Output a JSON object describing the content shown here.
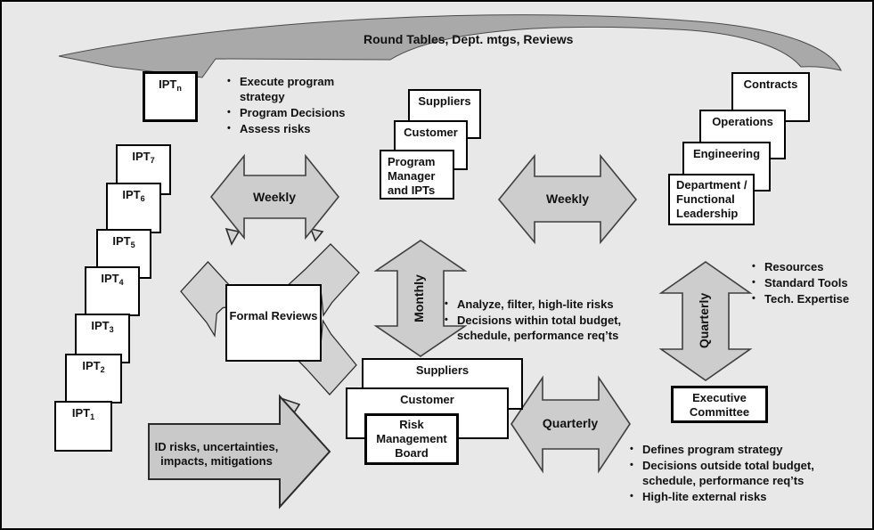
{
  "banner": {
    "label": "Round Tables, Dept. mtgs, Reviews"
  },
  "ipt_n": {
    "base": "IPT",
    "sub": "n",
    "bullets": [
      "Execute program strategy",
      "Program Decisions",
      "Assess risks"
    ]
  },
  "ipt_stack": {
    "base": "IPT",
    "subs": [
      "7",
      "6",
      "5",
      "4",
      "3",
      "2",
      "1"
    ]
  },
  "center_stack": {
    "boxes": [
      "Suppliers",
      "Customer",
      "Program Manager and IPTs"
    ]
  },
  "right_stack": {
    "boxes": [
      "Contracts",
      "Operations",
      "Engineering",
      "Department / Functional Leadership"
    ]
  },
  "formal_reviews": {
    "label": "Formal Reviews"
  },
  "arrows": {
    "weekly_left": "Weekly",
    "weekly_right": "Weekly",
    "monthly": "Monthly",
    "quarterly_vertical": "Quarterly",
    "quarterly_horizontal": "Quarterly",
    "id_line1": "ID risks, uncertainties,",
    "id_line2": "impacts, mitigations"
  },
  "monthly_notes": {
    "bullets": [
      "Analyze, filter, high-lite risks",
      "Decisions within total budget, schedule, performance req’ts"
    ]
  },
  "quarterly_notes": {
    "bullets": [
      "Resources",
      "Standard Tools",
      "Tech. Expertise"
    ]
  },
  "executive": {
    "label": "Executive Committee",
    "bullets": [
      "Defines program strategy",
      "Decisions outside total budget, schedule, performance req’ts",
      "High-lite external risks"
    ]
  },
  "bottom_stack": {
    "boxes": [
      "Suppliers",
      "Customer",
      "Risk Management Board"
    ]
  },
  "colors": {
    "background": "#e8e8e8",
    "swoosh": "#a9a9a9",
    "arrow_fill": "#cdcdcd",
    "bolt_fill": "#d3d3d3",
    "box_background": "#ffffff",
    "box_border": "#000000"
  }
}
